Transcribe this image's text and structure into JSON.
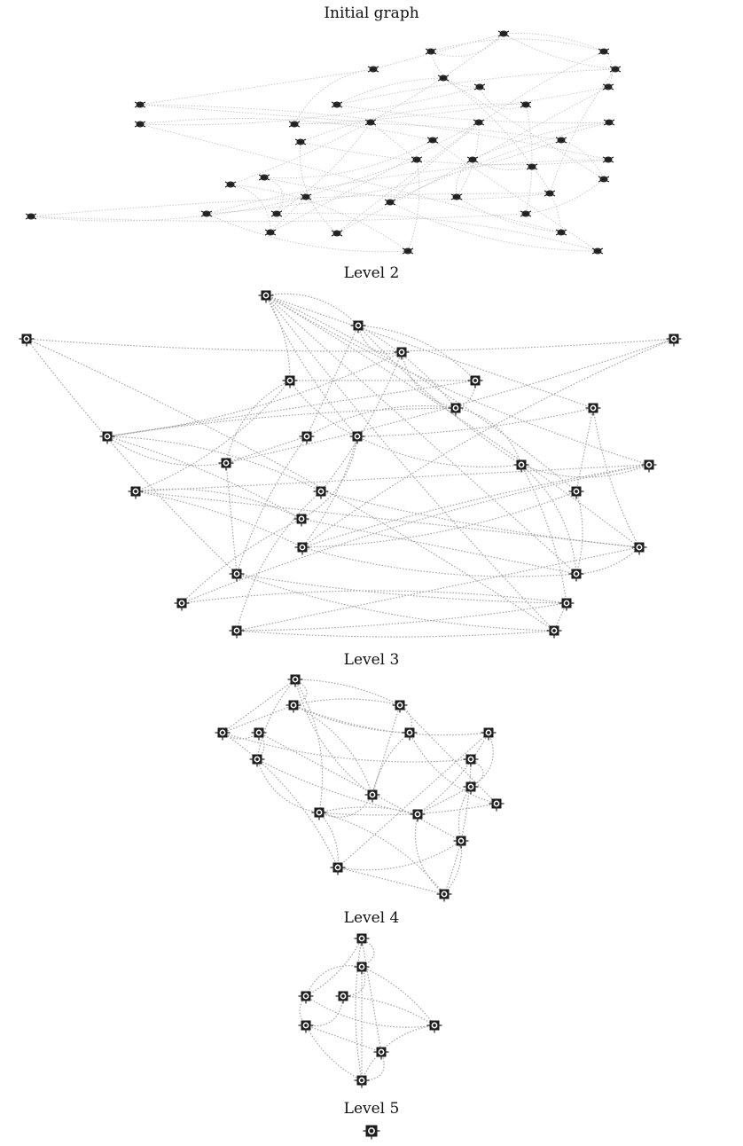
{
  "panels": [
    {
      "key": "initial",
      "title": "Initial graph"
    },
    {
      "key": "level2",
      "title": "Level 2"
    },
    {
      "key": "level3",
      "title": "Level 3"
    },
    {
      "key": "level4",
      "title": "Level 4"
    },
    {
      "key": "level5",
      "title": "Level 5"
    }
  ],
  "graphs": {
    "initial": {
      "node_count": 39,
      "edges": [
        [
          0,
          1
        ],
        [
          0,
          2
        ],
        [
          0,
          3
        ],
        [
          0,
          4
        ],
        [
          1,
          5
        ],
        [
          1,
          2
        ],
        [
          2,
          6
        ],
        [
          3,
          7
        ],
        [
          4,
          8
        ],
        [
          5,
          9
        ],
        [
          5,
          10
        ],
        [
          6,
          11
        ],
        [
          7,
          12
        ],
        [
          8,
          13
        ],
        [
          9,
          14
        ],
        [
          10,
          15
        ],
        [
          11,
          16
        ],
        [
          12,
          17
        ],
        [
          13,
          18
        ],
        [
          14,
          19
        ],
        [
          15,
          20
        ],
        [
          16,
          21
        ],
        [
          17,
          22
        ],
        [
          18,
          23
        ],
        [
          19,
          24
        ],
        [
          20,
          25
        ],
        [
          21,
          26
        ],
        [
          22,
          27
        ],
        [
          23,
          28
        ],
        [
          24,
          29
        ],
        [
          25,
          30
        ],
        [
          26,
          31
        ],
        [
          27,
          32
        ],
        [
          28,
          33
        ],
        [
          29,
          34
        ],
        [
          30,
          35
        ],
        [
          31,
          36
        ],
        [
          32,
          37
        ],
        [
          33,
          38
        ],
        [
          34,
          0
        ],
        [
          35,
          2
        ],
        [
          36,
          4
        ],
        [
          37,
          6
        ],
        [
          38,
          8
        ],
        [
          3,
          11
        ],
        [
          7,
          19
        ],
        [
          12,
          25
        ],
        [
          15,
          30
        ],
        [
          18,
          33
        ],
        [
          20,
          36
        ],
        [
          22,
          31
        ],
        [
          9,
          26
        ],
        [
          10,
          28
        ],
        [
          13,
          35
        ],
        [
          14,
          37
        ],
        [
          16,
          24
        ],
        [
          17,
          29
        ],
        [
          21,
          38
        ],
        [
          23,
          32
        ],
        [
          27,
          34
        ]
      ]
    },
    "level2": {
      "node_count": 27,
      "edges": [
        [
          0,
          1
        ],
        [
          0,
          3
        ],
        [
          0,
          6
        ],
        [
          0,
          9
        ],
        [
          0,
          12
        ],
        [
          0,
          15
        ],
        [
          0,
          18
        ],
        [
          0,
          20
        ],
        [
          0,
          24
        ],
        [
          1,
          2
        ],
        [
          1,
          4
        ],
        [
          1,
          5
        ],
        [
          1,
          8
        ],
        [
          1,
          11
        ],
        [
          2,
          5
        ],
        [
          2,
          7
        ],
        [
          2,
          14
        ],
        [
          3,
          4
        ],
        [
          3,
          9
        ],
        [
          3,
          10
        ],
        [
          3,
          13
        ],
        [
          4,
          5
        ],
        [
          4,
          7
        ],
        [
          5,
          7
        ],
        [
          5,
          8
        ],
        [
          5,
          11
        ],
        [
          6,
          9
        ],
        [
          6,
          15
        ],
        [
          6,
          18
        ],
        [
          7,
          10
        ],
        [
          7,
          14
        ],
        [
          7,
          16
        ],
        [
          8,
          10
        ],
        [
          8,
          19
        ],
        [
          9,
          11
        ],
        [
          9,
          16
        ],
        [
          9,
          17
        ],
        [
          10,
          19
        ],
        [
          10,
          25
        ],
        [
          11,
          12
        ],
        [
          11,
          20
        ],
        [
          11,
          22
        ],
        [
          12,
          13
        ],
        [
          12,
          17
        ],
        [
          12,
          21
        ],
        [
          13,
          16
        ],
        [
          13,
          17
        ],
        [
          13,
          18
        ],
        [
          14,
          18
        ],
        [
          14,
          23
        ],
        [
          15,
          17
        ],
        [
          15,
          20
        ],
        [
          16,
          20
        ],
        [
          16,
          21
        ],
        [
          17,
          20
        ],
        [
          17,
          25
        ],
        [
          18,
          20
        ],
        [
          18,
          23
        ],
        [
          19,
          22
        ],
        [
          19,
          24
        ],
        [
          21,
          22
        ],
        [
          22,
          23
        ],
        [
          22,
          24
        ],
        [
          23,
          24
        ],
        [
          24,
          26
        ],
        [
          25,
          26
        ],
        [
          19,
          26
        ]
      ]
    },
    "level3": {
      "node_count": 17,
      "edges": [
        [
          0,
          1
        ],
        [
          0,
          2
        ],
        [
          0,
          3
        ],
        [
          0,
          7
        ],
        [
          0,
          14
        ],
        [
          0,
          16
        ],
        [
          1,
          2
        ],
        [
          1,
          3
        ],
        [
          1,
          5
        ],
        [
          1,
          6
        ],
        [
          1,
          14
        ],
        [
          2,
          5
        ],
        [
          2,
          15
        ],
        [
          3,
          4
        ],
        [
          3,
          8
        ],
        [
          3,
          12
        ],
        [
          4,
          7
        ],
        [
          4,
          11
        ],
        [
          5,
          14
        ],
        [
          5,
          15
        ],
        [
          6,
          9
        ],
        [
          6,
          10
        ],
        [
          6,
          12
        ],
        [
          7,
          10
        ],
        [
          7,
          16
        ],
        [
          8,
          9
        ],
        [
          8,
          13
        ],
        [
          9,
          10
        ],
        [
          9,
          11
        ],
        [
          10,
          13
        ],
        [
          11,
          12
        ],
        [
          11,
          13
        ],
        [
          12,
          13
        ],
        [
          12,
          16
        ],
        [
          13,
          16
        ],
        [
          14,
          16
        ],
        [
          15,
          16
        ],
        [
          2,
          14
        ],
        [
          10,
          16
        ]
      ]
    },
    "level4": {
      "node_count": 8,
      "edges": [
        [
          0,
          1
        ],
        [
          0,
          2
        ],
        [
          0,
          6
        ],
        [
          0,
          7
        ],
        [
          1,
          2
        ],
        [
          1,
          3
        ],
        [
          1,
          5
        ],
        [
          1,
          7
        ],
        [
          2,
          4
        ],
        [
          2,
          5
        ],
        [
          3,
          4
        ],
        [
          3,
          5
        ],
        [
          4,
          6
        ],
        [
          4,
          7
        ],
        [
          5,
          7
        ],
        [
          6,
          7
        ]
      ]
    },
    "level5": {
      "node_count": 1,
      "edges": []
    }
  }
}
